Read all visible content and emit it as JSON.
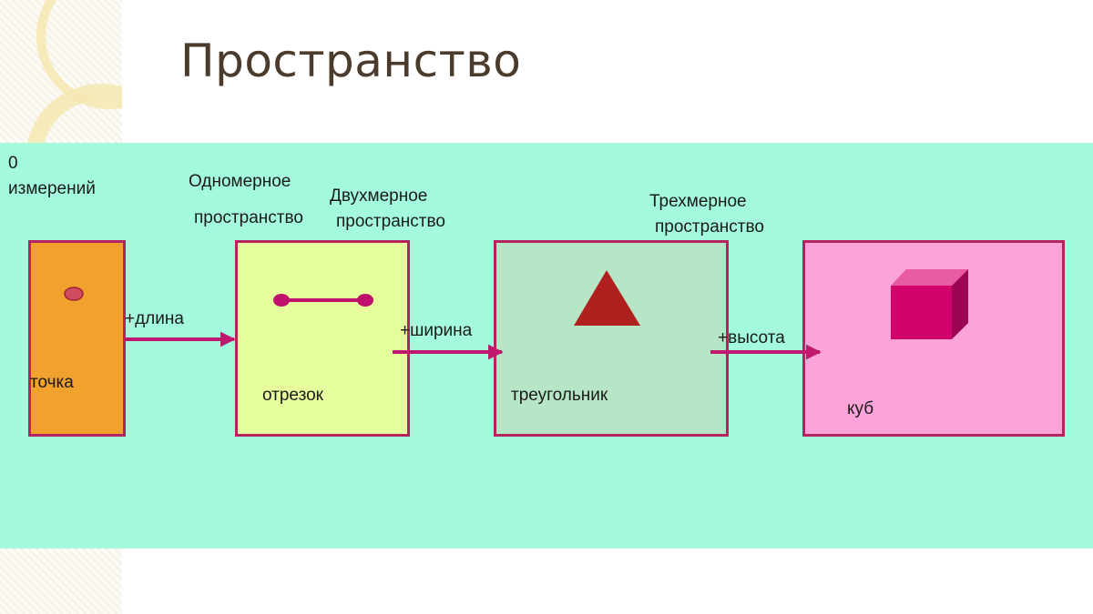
{
  "title": "Пространство",
  "columns": [
    {
      "heading_lines": [
        "0",
        "измерений"
      ],
      "caption": "точка",
      "icon": "dot-icon",
      "fill": "#f1a22e"
    },
    {
      "heading_lines": [
        "Одномерное",
        "пространство"
      ],
      "caption": "отрезок",
      "icon": "segment-icon",
      "fill": "#e5fd9d"
    },
    {
      "heading_lines": [
        "Двухмерное",
        "пространство"
      ],
      "caption": "треугольник",
      "icon": "triangle-icon",
      "fill": "#b6e6c6"
    },
    {
      "heading_lines": [
        "Трехмерное",
        "пространство"
      ],
      "caption": "куб",
      "icon": "cube-icon",
      "fill": "#fca4da"
    }
  ],
  "transitions": [
    "+длина",
    "+ширина",
    "+высота"
  ],
  "colors": {
    "band": "#a3fbdc",
    "border": "#b5245e",
    "arrow": "#c0186e",
    "triangle": "#b0201e",
    "cube": "#d0046a",
    "title": "#4a3b2c"
  }
}
